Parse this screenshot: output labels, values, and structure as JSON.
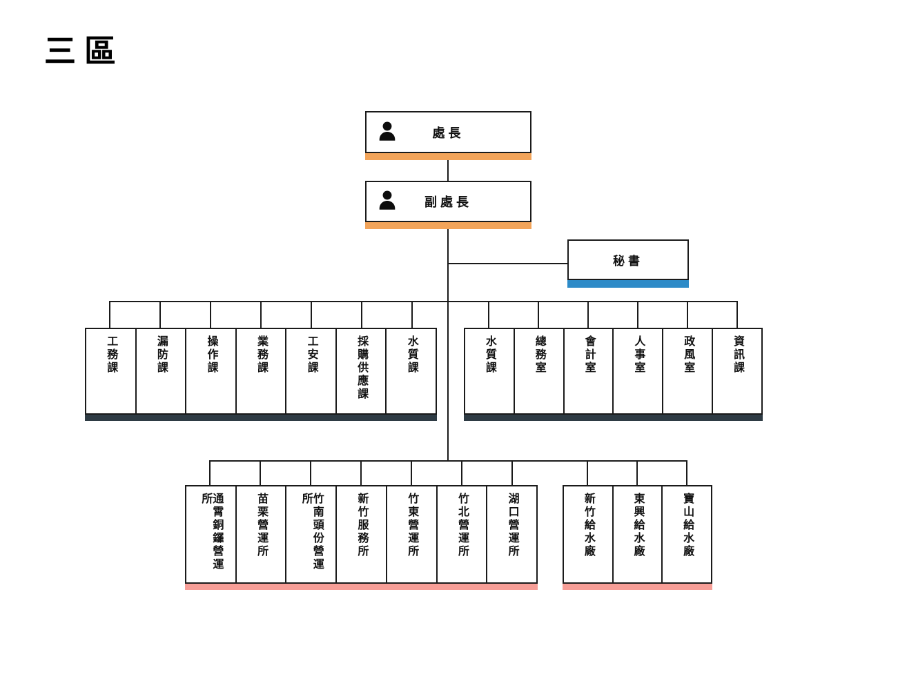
{
  "page": {
    "title": "三區"
  },
  "palette": {
    "orange": "#F2A45A",
    "blue": "#2D8BC8",
    "dark_slate": "#2E3B44",
    "salmon": "#F79E97",
    "line": "#1A1A1A",
    "box_background": "#FFFFFF"
  },
  "org": {
    "director": {
      "label": "處長",
      "icon": "person-icon",
      "accent": "orange"
    },
    "deputy_director": {
      "label": "副處長",
      "icon": "person-icon",
      "accent": "orange"
    },
    "secretary": {
      "label": "秘書",
      "accent": "blue"
    },
    "division_groups": [
      {
        "name": "divisions-left",
        "accent": "dark_slate",
        "items": [
          "工務課",
          "漏防課",
          "操作課",
          "業務課",
          "工安課",
          "採購供應課",
          "水質課"
        ]
      },
      {
        "name": "divisions-right",
        "accent": "dark_slate",
        "items": [
          "水質課",
          "總務室",
          "會計室",
          "人事室",
          "政風室",
          "資訊課"
        ]
      }
    ],
    "branch_groups": [
      {
        "name": "operation-offices",
        "accent": "salmon",
        "items": [
          "通霄銅鑼營運所",
          "苗栗營運所",
          "竹南頭份營運所",
          "新竹服務所",
          "竹東營運所",
          "竹北營運所",
          "湖口營運所"
        ]
      },
      {
        "name": "water-plants",
        "accent": "salmon",
        "items": [
          "新竹給水廠",
          "東興給水廠",
          "寶山給水廠"
        ]
      }
    ]
  }
}
